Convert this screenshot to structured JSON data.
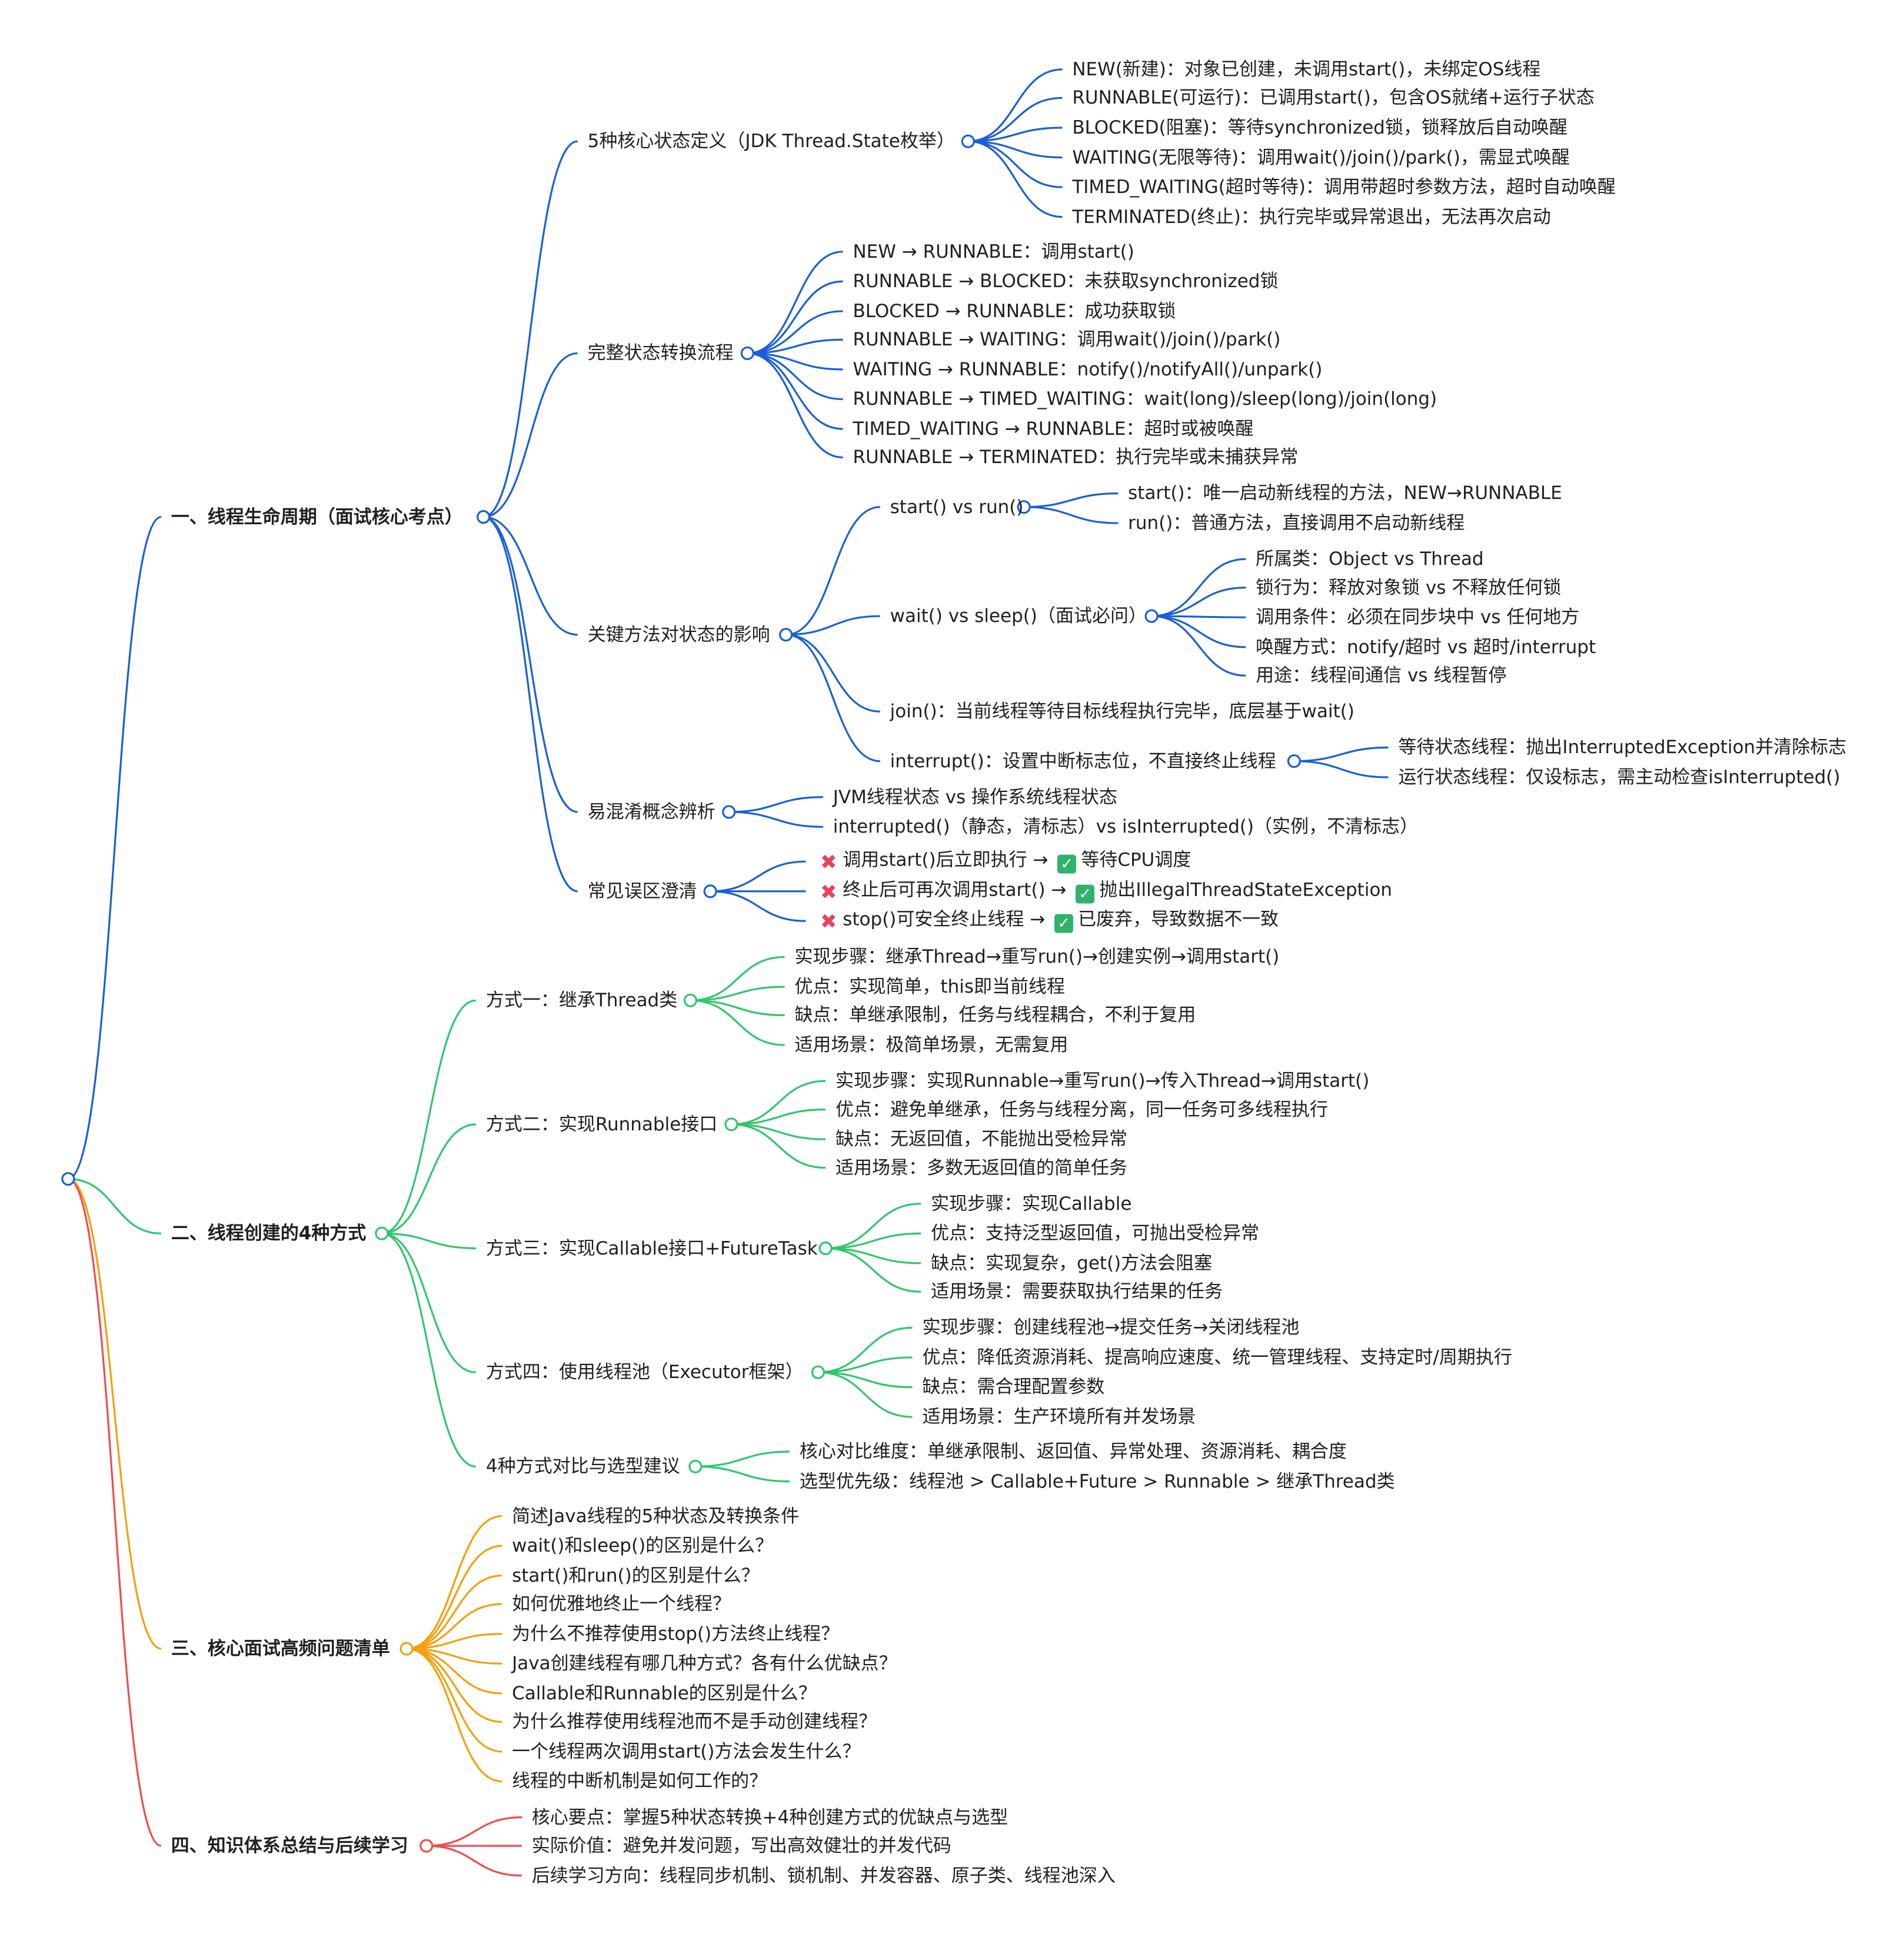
{
  "colors": {
    "branch_1": "#1a5fd6",
    "branch_2": "#2fc76b",
    "branch_3": "#f59f0b",
    "branch_4": "#ef4d4d",
    "cross": "#e8425f",
    "check": "#2fb36a"
  },
  "icons": {
    "cross": "cross-mark-icon",
    "check": "check-mark-icon"
  },
  "root": {
    "label": "",
    "children": [
      {
        "label": "一、线程生命周期（面试核心考点）",
        "bold": true,
        "children": [
          {
            "label": "5种核心状态定义（JDK Thread.State枚举）",
            "children": [
              {
                "label": "NEW(新建)：对象已创建，未调用start()，未绑定OS线程"
              },
              {
                "label": "RUNNABLE(可运行)：已调用start()，包含OS就绪+运行子状态"
              },
              {
                "label": "BLOCKED(阻塞)：等待synchronized锁，锁释放后自动唤醒"
              },
              {
                "label": "WAITING(无限等待)：调用wait()/join()/park()，需显式唤醒"
              },
              {
                "label": "TIMED_WAITING(超时等待)：调用带超时参数方法，超时自动唤醒"
              },
              {
                "label": "TERMINATED(终止)：执行完毕或异常退出，无法再次启动"
              }
            ]
          },
          {
            "label": "完整状态转换流程",
            "children": [
              {
                "label": "NEW → RUNNABLE：调用start()"
              },
              {
                "label": "RUNNABLE → BLOCKED：未获取synchronized锁"
              },
              {
                "label": "BLOCKED → RUNNABLE：成功获取锁"
              },
              {
                "label": "RUNNABLE → WAITING：调用wait()/join()/park()"
              },
              {
                "label": "WAITING → RUNNABLE：notify()/notifyAll()/unpark()"
              },
              {
                "label": "RUNNABLE → TIMED_WAITING：wait(long)/sleep(long)/join(long)"
              },
              {
                "label": "TIMED_WAITING → RUNNABLE：超时或被唤醒"
              },
              {
                "label": "RUNNABLE → TERMINATED：执行完毕或未捕获异常"
              }
            ]
          },
          {
            "label": "关键方法对状态的影响",
            "children": [
              {
                "label": "start() vs run()",
                "children": [
                  {
                    "label": "start()：唯一启动新线程的方法，NEW→RUNNABLE"
                  },
                  {
                    "label": "run()：普通方法，直接调用不启动新线程"
                  }
                ]
              },
              {
                "label": "wait() vs sleep()（面试必问）",
                "children": [
                  {
                    "label": "所属类：Object vs Thread"
                  },
                  {
                    "label": "锁行为：释放对象锁 vs 不释放任何锁"
                  },
                  {
                    "label": "调用条件：必须在同步块中 vs 任何地方"
                  },
                  {
                    "label": "唤醒方式：notify/超时 vs 超时/interrupt"
                  },
                  {
                    "label": "用途：线程间通信 vs 线程暂停"
                  }
                ]
              },
              {
                "label": "join()：当前线程等待目标线程执行完毕，底层基于wait()"
              },
              {
                "label": "interrupt()：设置中断标志位，不直接终止线程",
                "children": [
                  {
                    "label": "等待状态线程：抛出InterruptedException并清除标志"
                  },
                  {
                    "label": "运行状态线程：仅设标志，需主动检查isInterrupted()"
                  }
                ]
              }
            ]
          },
          {
            "label": "易混淆概念辨析",
            "children": [
              {
                "label": "JVM线程状态 vs 操作系统线程状态"
              },
              {
                "label": "interrupted()（静态，清标志）vs isInterrupted()（实例，不清标志）"
              }
            ]
          },
          {
            "label": "常见误区澄清",
            "children": [
              {
                "label": "",
                "parts": [
                  "调用start()后立即执行 → ",
                  "等待CPU调度"
                ]
              },
              {
                "label": "",
                "parts": [
                  "终止后可再次调用start() → ",
                  "抛出IllegalThreadStateException"
                ]
              },
              {
                "label": "",
                "parts": [
                  "stop()可安全终止线程 → ",
                  "已废弃，导致数据不一致"
                ]
              }
            ]
          }
        ]
      },
      {
        "label": "二、线程创建的4种方式",
        "bold": true,
        "children": [
          {
            "label": "方式一：继承Thread类",
            "children": [
              {
                "label": "实现步骤：继承Thread→重写run()→创建实例→调用start()"
              },
              {
                "label": "优点：实现简单，this即当前线程"
              },
              {
                "label": "缺点：单继承限制，任务与线程耦合，不利于复用"
              },
              {
                "label": "适用场景：极简单场景，无需复用"
              }
            ]
          },
          {
            "label": "方式二：实现Runnable接口",
            "children": [
              {
                "label": "实现步骤：实现Runnable→重写run()→传入Thread→调用start()"
              },
              {
                "label": "优点：避免单继承，任务与线程分离，同一任务可多线程执行"
              },
              {
                "label": "缺点：无返回值，不能抛出受检异常"
              },
              {
                "label": "适用场景：多数无返回值的简单任务"
              }
            ]
          },
          {
            "label": "方式三：实现Callable接口+FutureTask",
            "children": [
              {
                "label": "实现步骤：实现Callable"
              },
              {
                "label": "优点：支持泛型返回值，可抛出受检异常"
              },
              {
                "label": "缺点：实现复杂，get()方法会阻塞"
              },
              {
                "label": "适用场景：需要获取执行结果的任务"
              }
            ]
          },
          {
            "label": "方式四：使用线程池（Executor框架）",
            "children": [
              {
                "label": "实现步骤：创建线程池→提交任务→关闭线程池"
              },
              {
                "label": "优点：降低资源消耗、提高响应速度、统一管理线程、支持定时/周期执行"
              },
              {
                "label": "缺点：需合理配置参数"
              },
              {
                "label": "适用场景：生产环境所有并发场景"
              }
            ]
          },
          {
            "label": "4种方式对比与选型建议",
            "children": [
              {
                "label": "核心对比维度：单继承限制、返回值、异常处理、资源消耗、耦合度"
              },
              {
                "label": "选型优先级：线程池 > Callable+Future > Runnable > 继承Thread类"
              }
            ]
          }
        ]
      },
      {
        "label": "三、核心面试高频问题清单",
        "bold": true,
        "children": [
          {
            "label": "简述Java线程的5种状态及转换条件"
          },
          {
            "label": "wait()和sleep()的区别是什么？"
          },
          {
            "label": "start()和run()的区别是什么？"
          },
          {
            "label": "如何优雅地终止一个线程？"
          },
          {
            "label": "为什么不推荐使用stop()方法终止线程？"
          },
          {
            "label": "Java创建线程有哪几种方式？各有什么优缺点？"
          },
          {
            "label": "Callable和Runnable的区别是什么？"
          },
          {
            "label": "为什么推荐使用线程池而不是手动创建线程？"
          },
          {
            "label": "一个线程两次调用start()方法会发生什么？"
          },
          {
            "label": "线程的中断机制是如何工作的？"
          }
        ]
      },
      {
        "label": "四、知识体系总结与后续学习",
        "bold": true,
        "children": [
          {
            "label": "核心要点：掌握5种状态转换+4种创建方式的优缺点与选型"
          },
          {
            "label": "实际价值：避免并发问题，写出高效健壮的并发代码"
          },
          {
            "label": "后续学习方向：线程同步机制、锁机制、并发容器、原子类、线程池深入"
          }
        ]
      }
    ]
  }
}
